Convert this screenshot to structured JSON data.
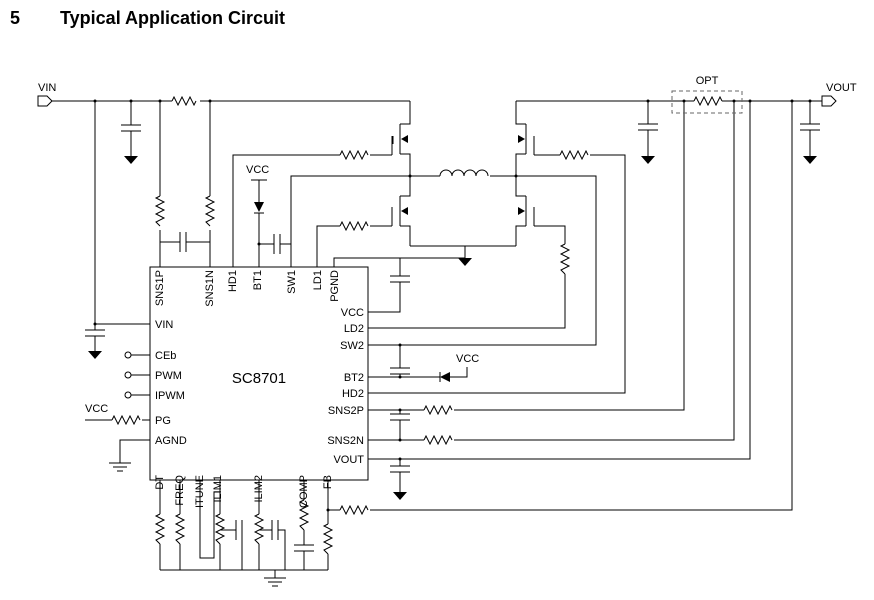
{
  "header": {
    "section_number": "5",
    "title": "Typical Application Circuit"
  },
  "chip": {
    "name": "SC8701",
    "top_pins": [
      "SNS1P",
      "SNS1N",
      "HD1",
      "BT1",
      "SW1",
      "LD1",
      "PGND"
    ],
    "left_pins": [
      "VIN",
      "CEb",
      "PWM",
      "IPWM",
      "PG",
      "AGND"
    ],
    "right_pins": [
      "VCC",
      "LD2",
      "SW2",
      "BT2",
      "HD2",
      "SNS2P",
      "SNS2N",
      "VOUT"
    ],
    "bottom_pins": [
      "DT",
      "FREQ",
      "ITUNE",
      "ILIM1",
      "ILIM2",
      "COMP",
      "FB"
    ]
  },
  "nets": {
    "vin": "VIN",
    "vout": "VOUT",
    "opt": "OPT",
    "vcc": "VCC"
  }
}
